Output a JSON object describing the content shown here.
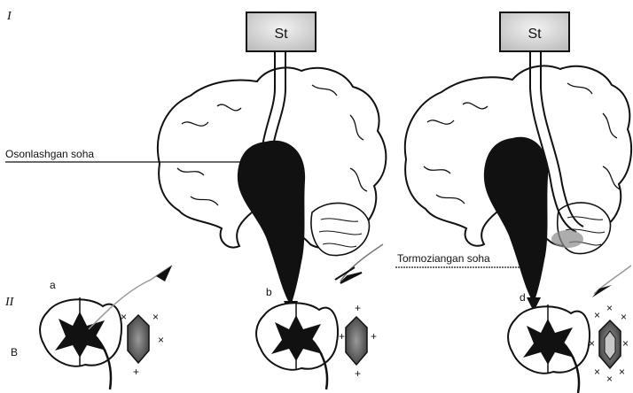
{
  "section_labels": {
    "part_one": "I",
    "part_two": "II"
  },
  "stimulator": {
    "left": "St",
    "right": "St"
  },
  "annotations": {
    "excited_area": "Osonlashgan soha",
    "inhibited_area": "Tormoziangan soha"
  },
  "panel_labels": {
    "a": "a",
    "b": "b",
    "d": "d",
    "B": "B"
  },
  "symbols": {
    "plus": "+",
    "cross": "×"
  },
  "colors": {
    "ink": "#111111",
    "shade": "#7a7a7a",
    "box_fill": "#dcdcdc",
    "background": "#ffffff"
  }
}
